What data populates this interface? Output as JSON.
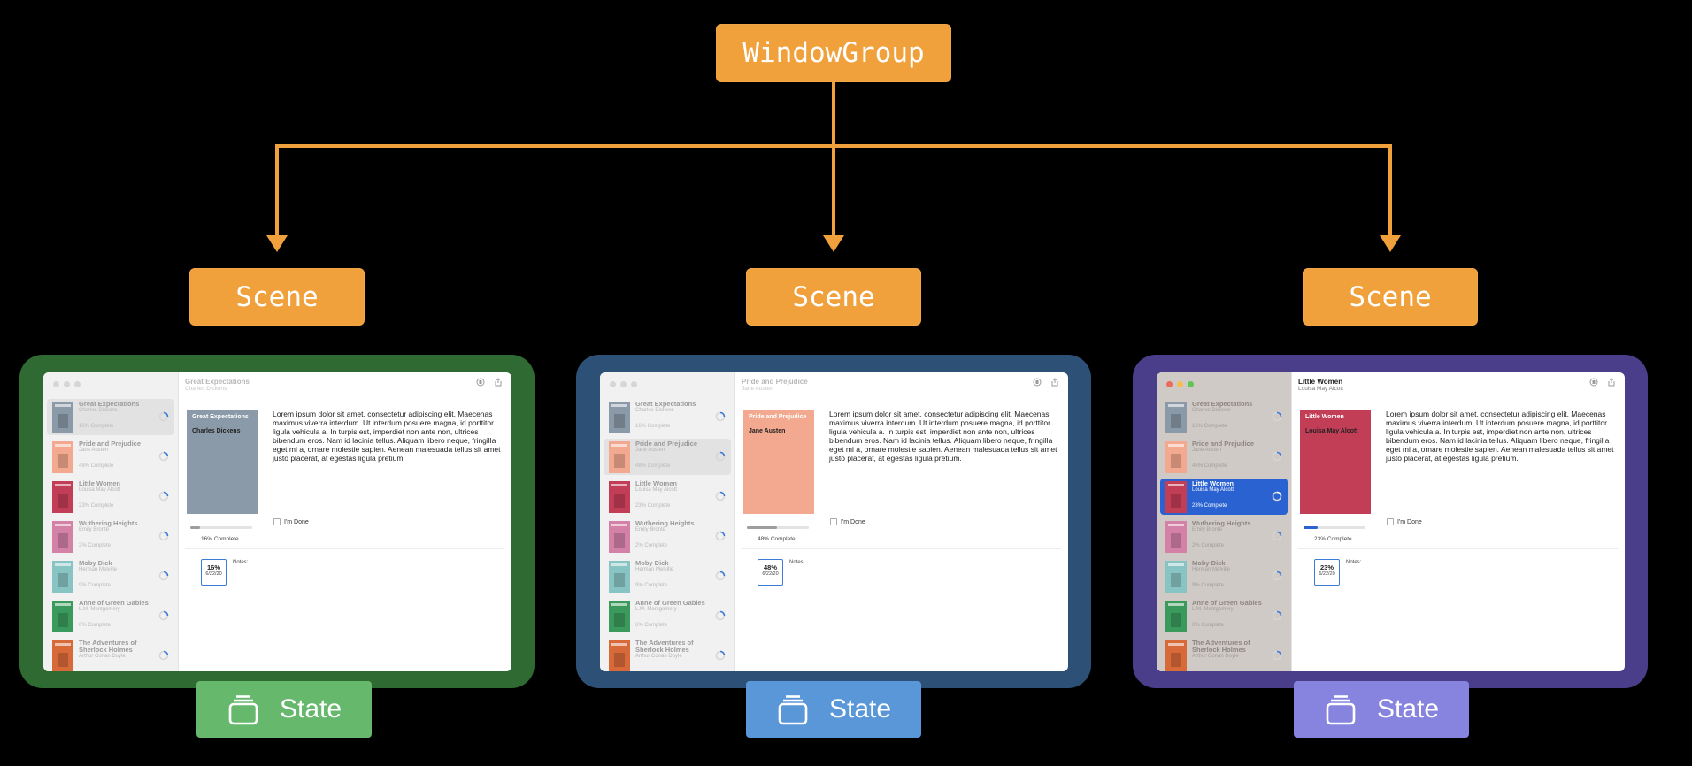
{
  "root": {
    "label": "WindowGroup"
  },
  "scenes": [
    {
      "label": "Scene"
    },
    {
      "label": "Scene"
    },
    {
      "label": "Scene"
    }
  ],
  "states": [
    {
      "label": "State"
    },
    {
      "label": "State"
    },
    {
      "label": "State"
    }
  ],
  "colors": {
    "node": "#f0a13c",
    "frames": [
      "#2f6a33",
      "#2d5077",
      "#4a3e8a"
    ],
    "states": [
      "#66b96c",
      "#5a97d8",
      "#8784e0"
    ],
    "selection_blue": "#2a62d2"
  },
  "books": [
    {
      "title": "Great Expectations",
      "author": "Charles Dickens",
      "progress": "16% Complete",
      "cover_color": "#8a9aa8",
      "icon": "book-cover-icon"
    },
    {
      "title": "Pride and Prejudice",
      "author": "Jane Austen",
      "progress": "48% Complete",
      "cover_color": "#f2a98f",
      "icon": "book-cover-icon"
    },
    {
      "title": "Little Women",
      "author": "Louisa May Alcott",
      "progress": "23% Complete",
      "cover_color": "#c23d56",
      "icon": "book-cover-icon"
    },
    {
      "title": "Wuthering Heights",
      "author": "Emily Brontë",
      "progress": "2% Complete",
      "cover_color": "#d481a8",
      "icon": "book-cover-icon"
    },
    {
      "title": "Moby Dick",
      "author": "Herman Melville",
      "progress": "9% Complete",
      "cover_color": "#89c4c4",
      "icon": "book-cover-icon"
    },
    {
      "title": "Anne of Green Gables",
      "author": "L.M. Montgomery",
      "progress": "6% Complete",
      "cover_color": "#3a9a5c",
      "icon": "book-cover-icon"
    },
    {
      "title": "The Adventures of Sherlock Holmes",
      "author": "Arthur Conan Doyle",
      "progress": "",
      "cover_color": "#d86a3a",
      "icon": "book-cover-icon"
    }
  ],
  "windows": [
    {
      "selected_index": 0,
      "title": "Great Expectations",
      "author": "Charles Dickens",
      "cover_title": "Great Expectations",
      "cover_author": "Charles Dickens",
      "cover_color": "#8a9aa8",
      "description": "Lorem ipsum dolor sit amet, consectetur adipiscing elit. Maecenas maximus viverra interdum. Ut interdum posuere magna, id porttitor ligula vehicula a. In turpis est, imperdiet non ante non, ultrices bibendum eros. Nam id lacinia tellus. Aliquam libero neque, fringilla eget mi a, ornare molestie sapien. Aenean malesuada tellus sit amet justo placerat, at egestas ligula pretium.",
      "done_label": "I'm Done",
      "progress_fraction": 0.16,
      "progress_label": "16% Complete",
      "percent": "16%",
      "date": "6/22/20",
      "notes_label": "Notes:"
    },
    {
      "selected_index": 1,
      "title": "Pride and Prejudice",
      "author": "Jane Austen",
      "cover_title": "Pride and Prejudice",
      "cover_author": "Jane Austen",
      "cover_color": "#f2a98f",
      "description": "Lorem ipsum dolor sit amet, consectetur adipiscing elit. Maecenas maximus viverra interdum. Ut interdum posuere magna, id porttitor ligula vehicula a. In turpis est, imperdiet non ante non, ultrices bibendum eros. Nam id lacinia tellus. Aliquam libero neque, fringilla eget mi a, ornare molestie sapien. Aenean malesuada tellus sit amet justo placerat, at egestas ligula pretium.",
      "done_label": "I'm Done",
      "progress_fraction": 0.48,
      "progress_label": "48% Complete",
      "percent": "48%",
      "date": "6/22/20",
      "notes_label": "Notes:"
    },
    {
      "selected_index": 2,
      "title": "Little Women",
      "author": "Louisa May Alcott",
      "cover_title": "Little Women",
      "cover_author": "Louisa May Alcott",
      "cover_color": "#c23d56",
      "description": "Lorem ipsum dolor sit amet, consectetur adipiscing elit. Maecenas maximus viverra interdum. Ut interdum posuere magna, id porttitor ligula vehicula a. In turpis est, imperdiet non ante non, ultrices bibendum eros. Nam id lacinia tellus. Aliquam libero neque, fringilla eget mi a, ornare molestie sapien. Aenean malesuada tellus sit amet justo placerat, at egestas ligula pretium.",
      "done_label": "I'm Done",
      "progress_fraction": 0.23,
      "progress_label": "23% Complete",
      "percent": "23%",
      "date": "6/22/20",
      "notes_label": "Notes:"
    }
  ]
}
